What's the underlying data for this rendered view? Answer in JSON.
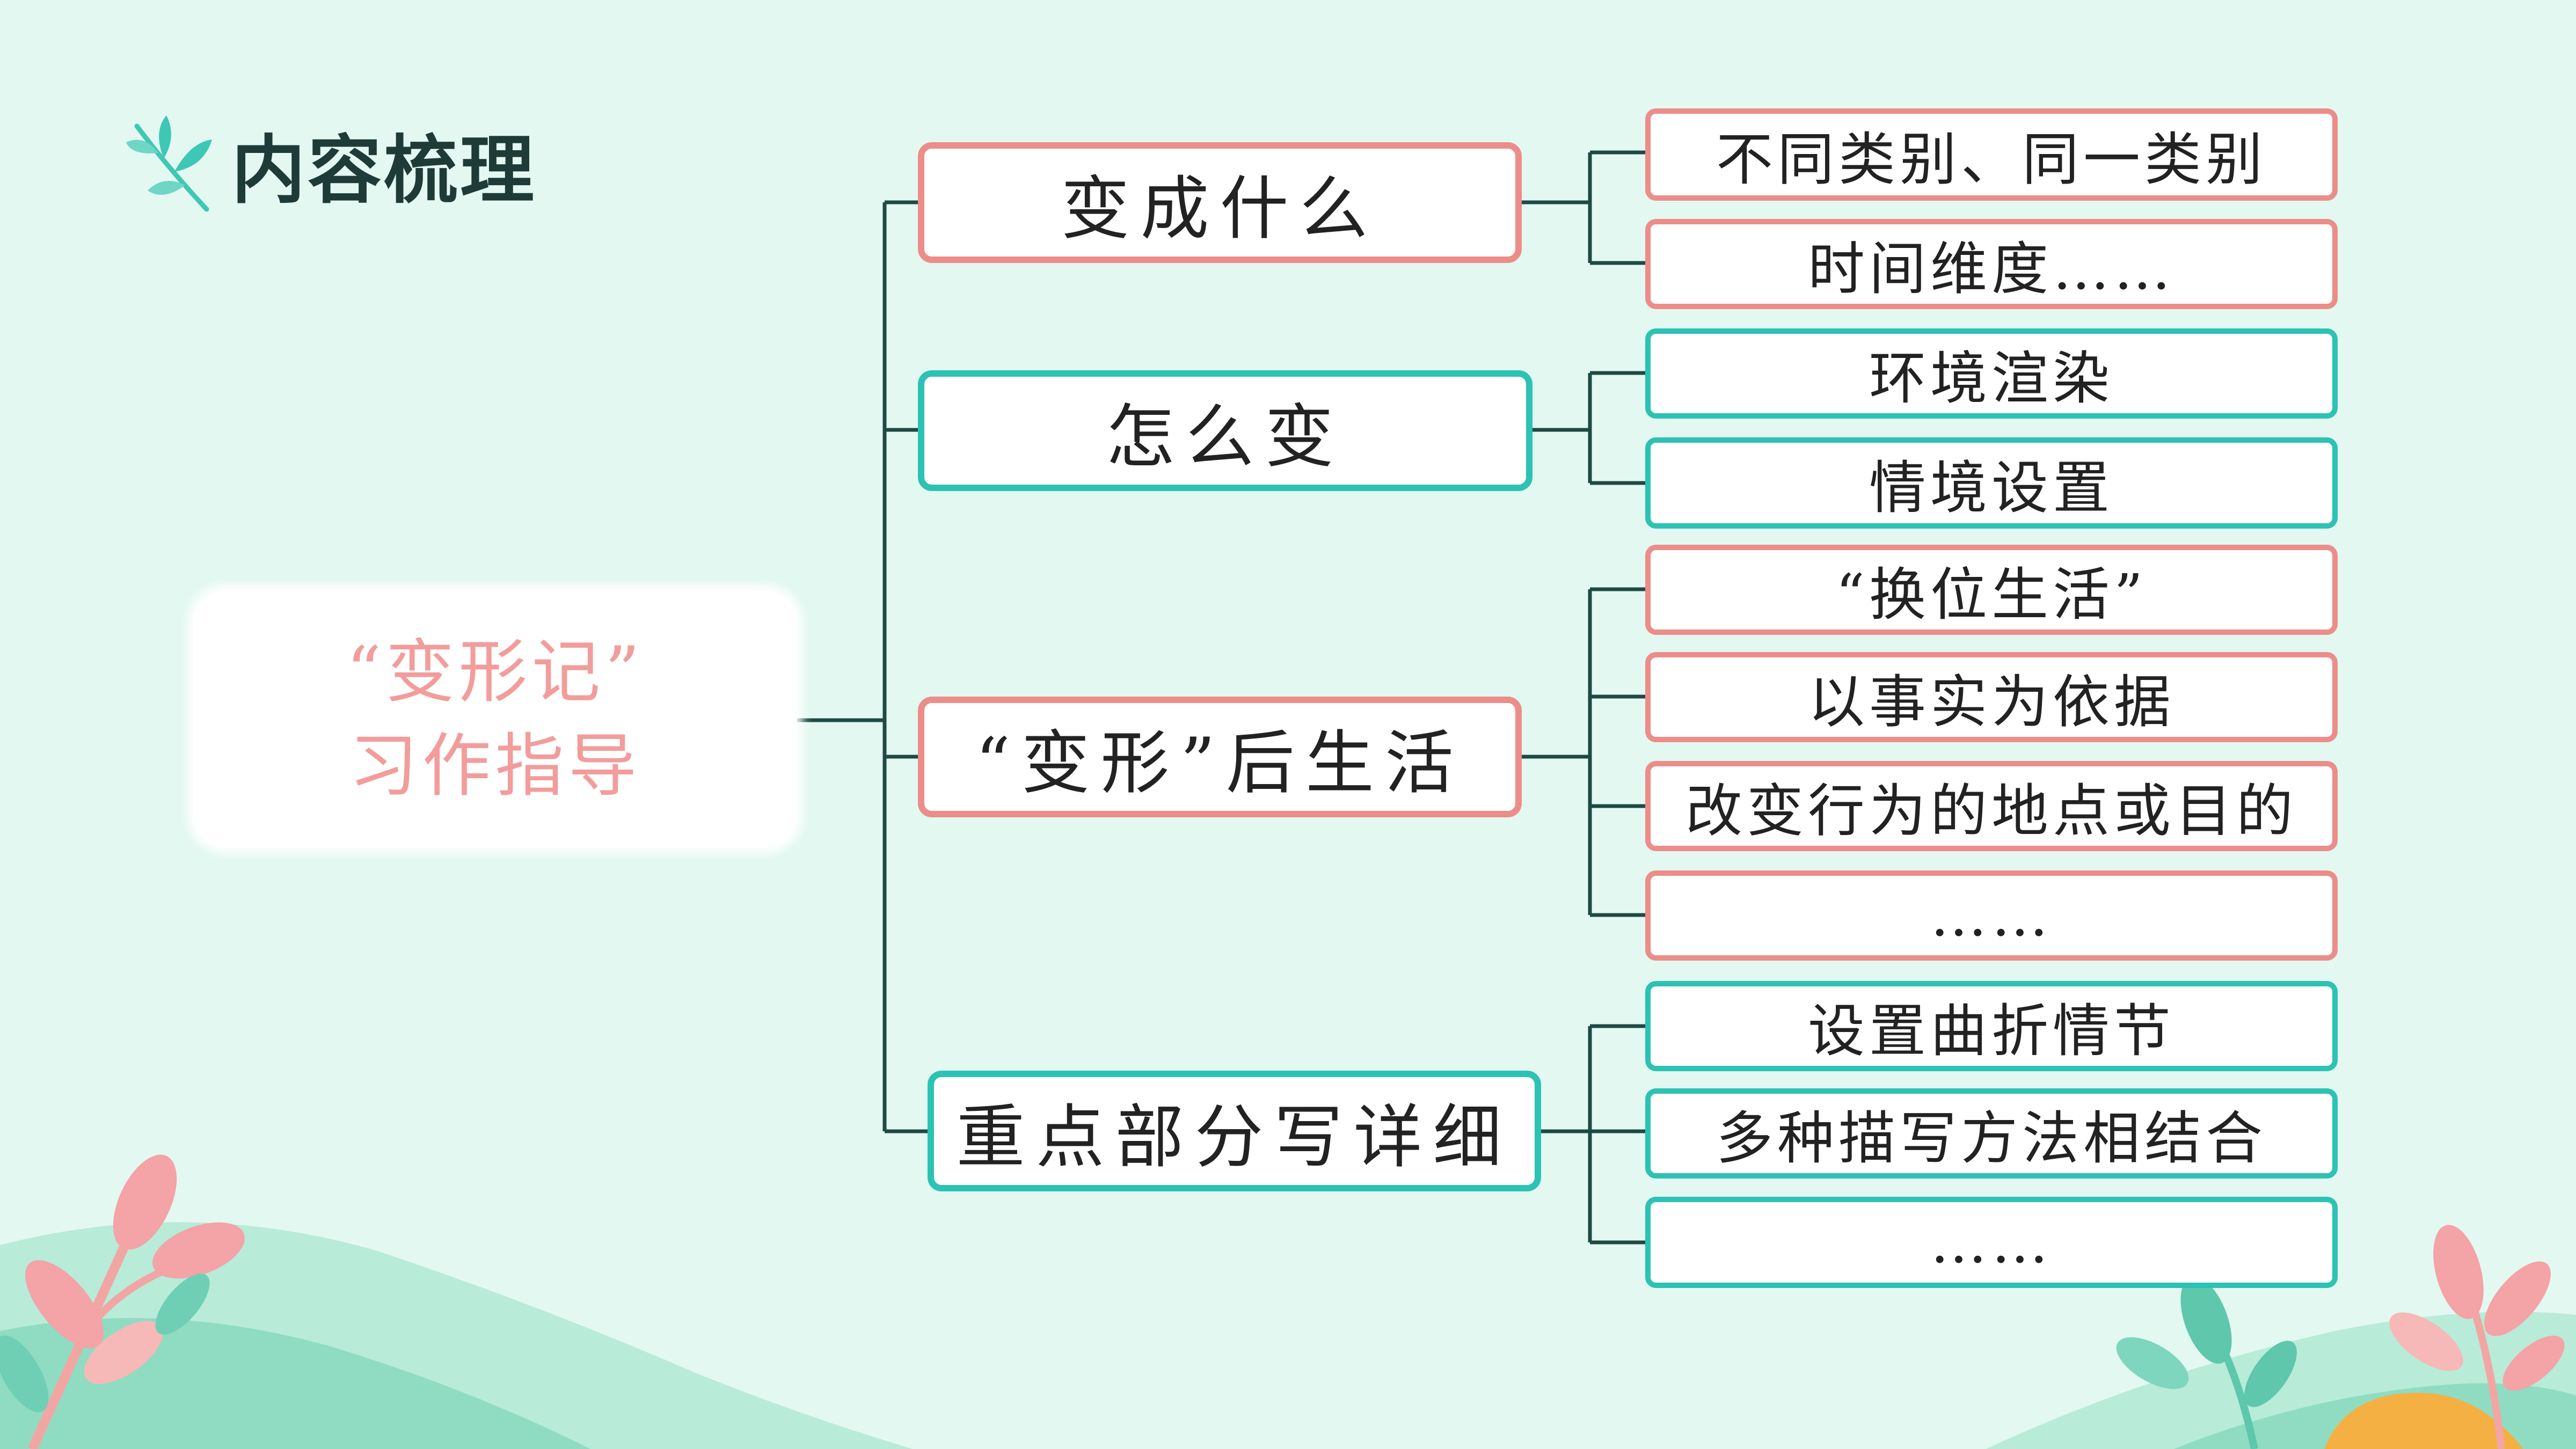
{
  "heading": {
    "title": "内容梳理",
    "icon": "leaf-sprig-icon",
    "icon_color": "#3fc7b5"
  },
  "colors": {
    "background": "#e3f8f1",
    "coral_border": "#ec8d89",
    "teal_border": "#2cc2b4",
    "root_text": "#f29d9b",
    "connector": "#1f4a44"
  },
  "root": {
    "line1": "“变形记”",
    "line2": "习作指导"
  },
  "branches": [
    {
      "label": "变成什么",
      "children": [
        "不同类别、同一类别",
        "时间维度……"
      ]
    },
    {
      "label": "怎么变",
      "children": [
        "环境渲染",
        "情境设置"
      ]
    },
    {
      "label": "“变形”后生活",
      "children": [
        "“换位生活”",
        "以事实为依据",
        "改变行为的地点或目的",
        "……"
      ]
    },
    {
      "label": "重点部分写详细",
      "children": [
        "设置曲折情节",
        "多种描写方法相结合",
        "……"
      ]
    }
  ]
}
